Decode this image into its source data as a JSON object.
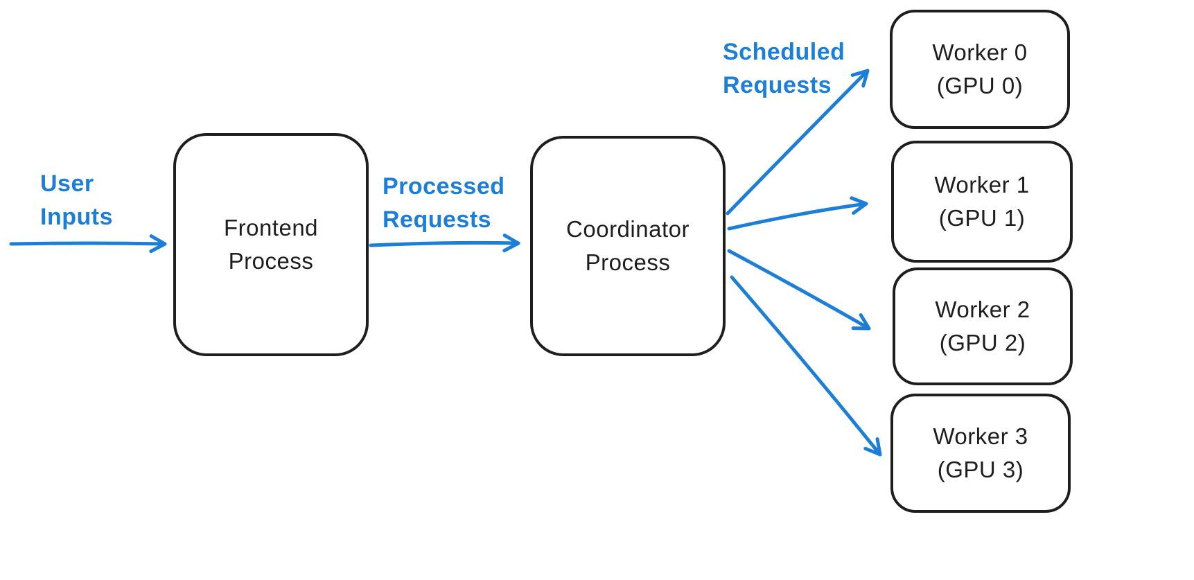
{
  "diagram": {
    "type": "flow-diagram",
    "background_color": "#ffffff",
    "node_stroke_color": "#1e1e1e",
    "accent_color": "#1c7ed6"
  },
  "nodes": {
    "frontend": {
      "label": "Frontend\nProcess"
    },
    "coordinator": {
      "label": "Coordinator\nProcess"
    },
    "workers": [
      {
        "label": "Worker 0\n(GPU 0)"
      },
      {
        "label": "Worker 1\n(GPU 1)"
      },
      {
        "label": "Worker 2\n(GPU 2)"
      },
      {
        "label": "Worker 3\n(GPU 3)"
      }
    ]
  },
  "edges": {
    "user_inputs": {
      "label": "User\nInputs"
    },
    "processed_requests": {
      "label": "Processed\nRequests"
    },
    "scheduled_requests": {
      "label": "Scheduled\nRequests"
    }
  }
}
